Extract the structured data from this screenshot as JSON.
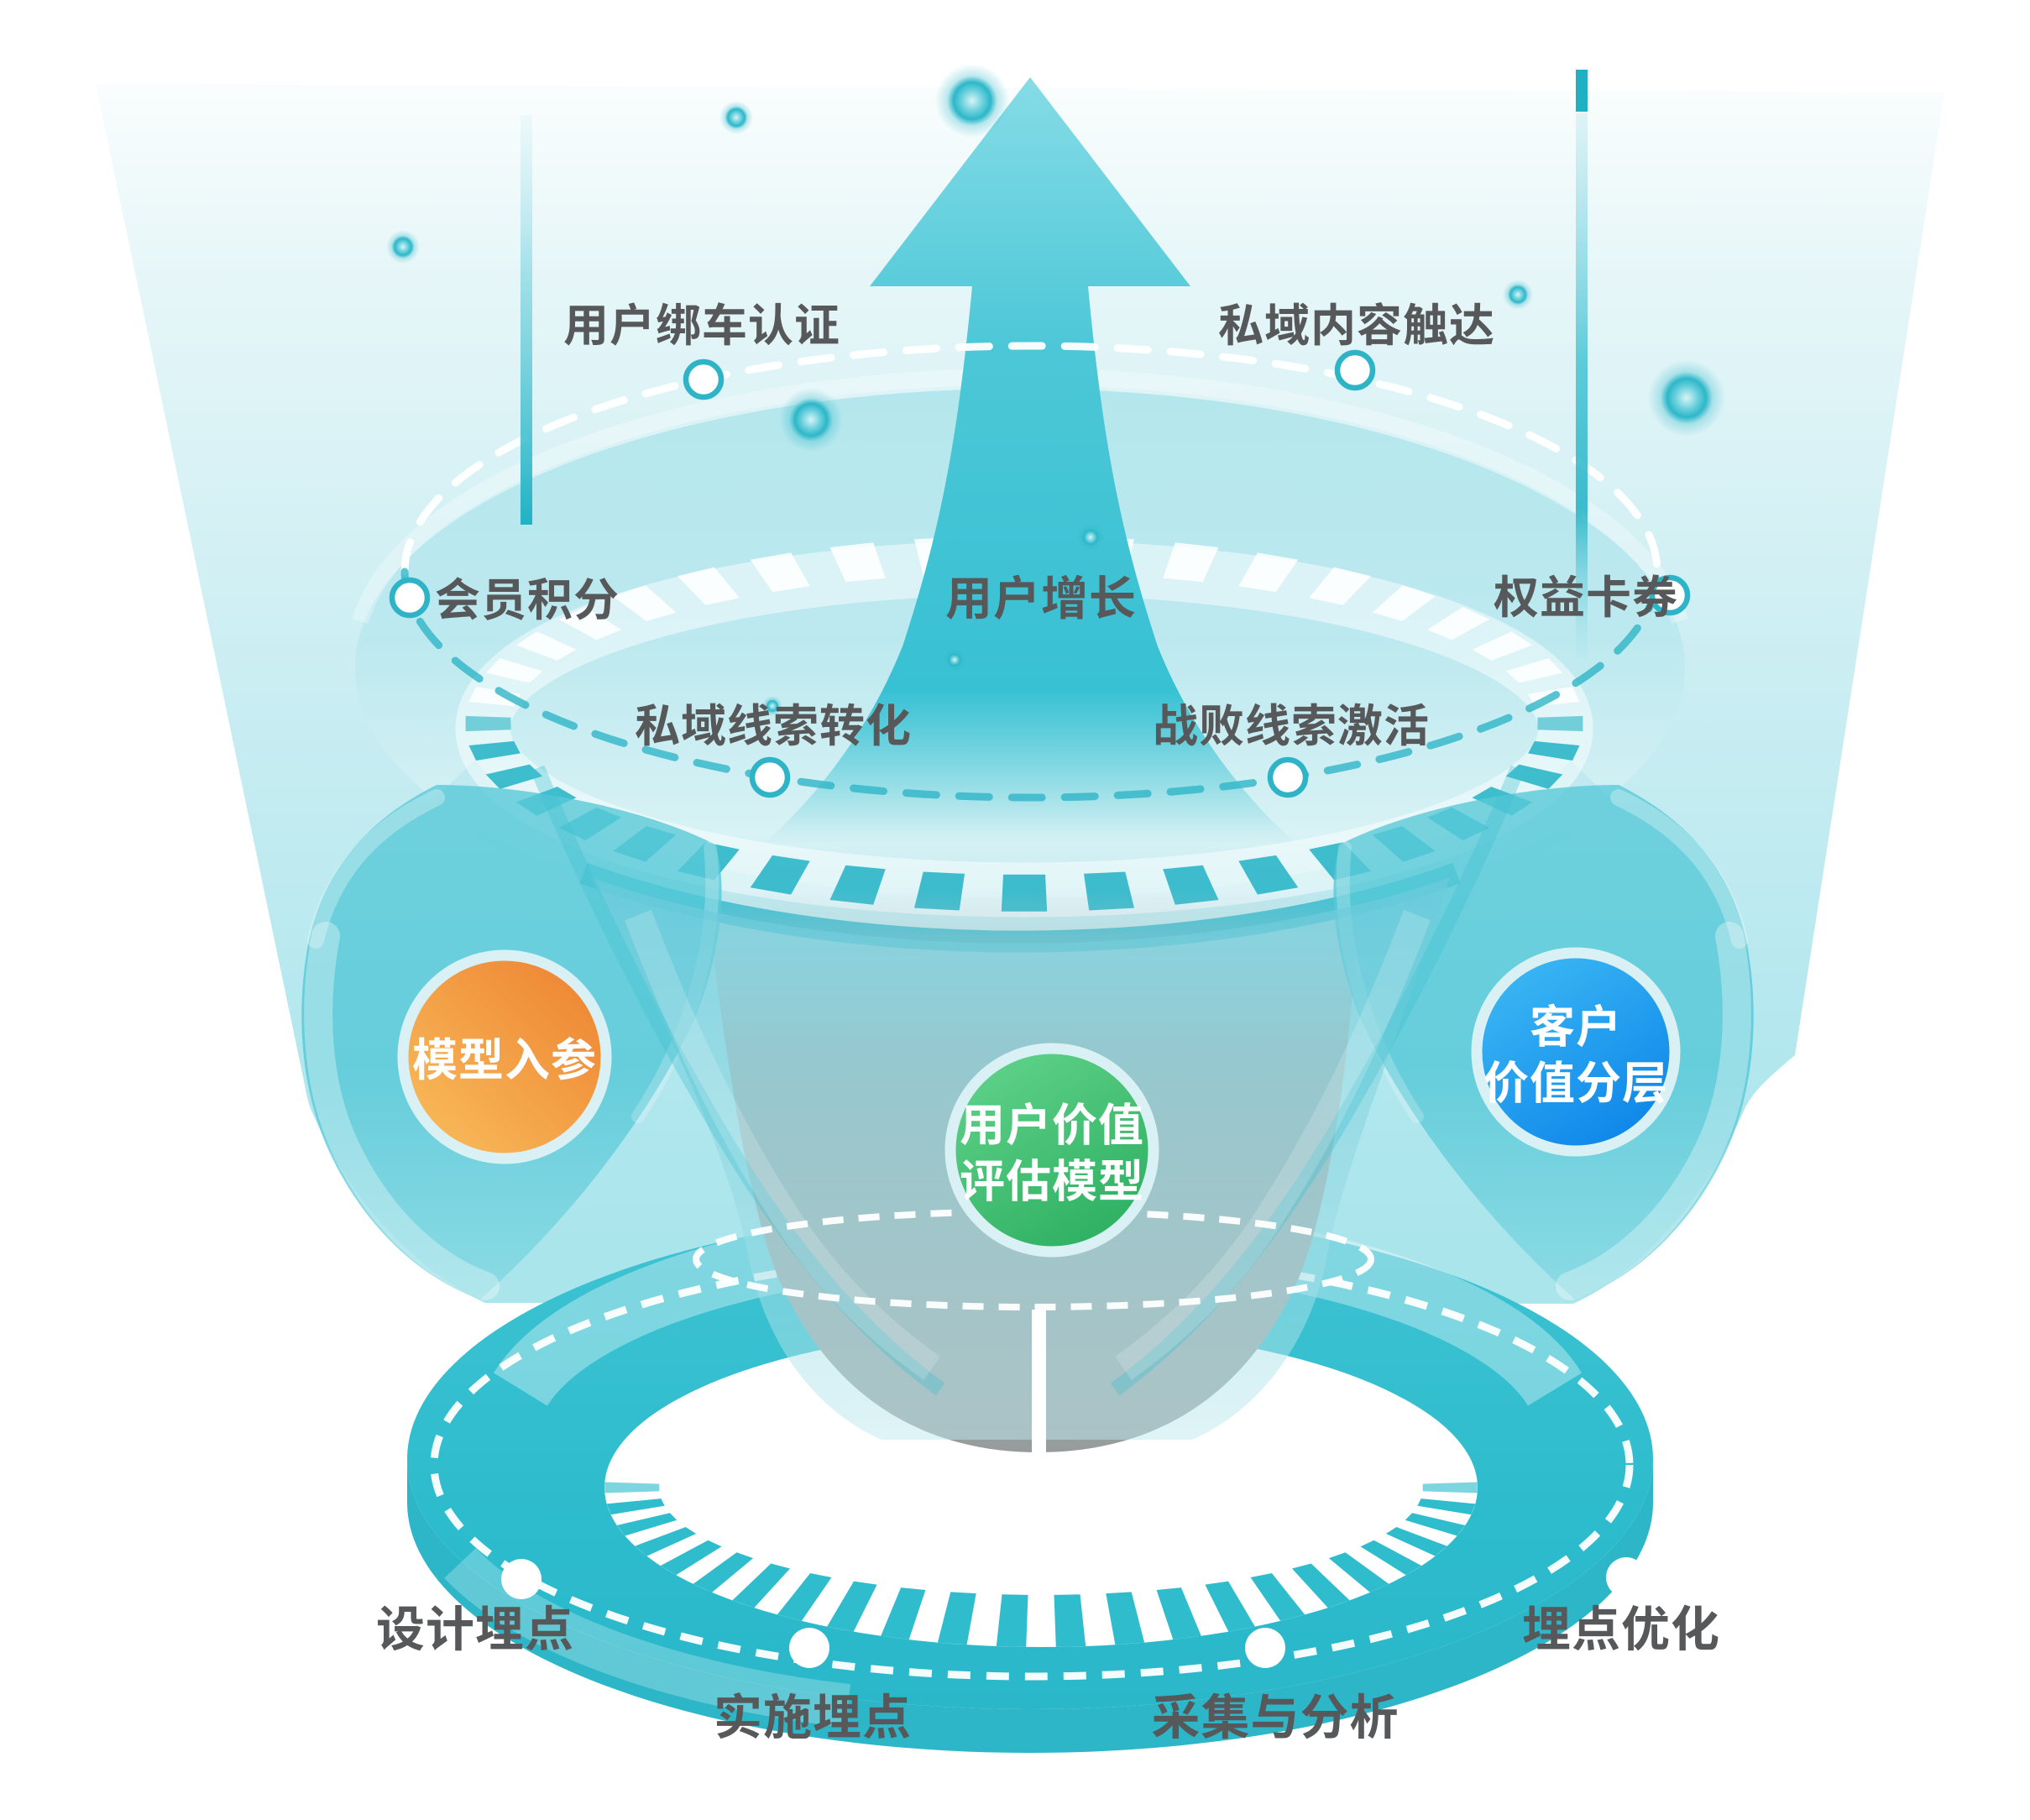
{
  "palette": {
    "teal": "#2fbfd2",
    "teal_deep": "#1fb0c4",
    "background_top": "#ffffff",
    "background_glow": "#b9e8ee",
    "orange_node": "#f2953d",
    "green_node": "#3eb968",
    "blue_node": "#1490ec",
    "label_color": "#57585a"
  },
  "growth_stage": {
    "arrow_label": "用户增长",
    "touchpoints": [
      "用户绑车认证",
      "私域内容触达",
      "会员积分",
      "权益卡券",
      "私域线索转化",
      "战败线索激活"
    ]
  },
  "model_stage": {
    "nodes": [
      {
        "label": "模型入参"
      },
      {
        "label": "用户价值\n评估模型"
      },
      {
        "label": "客户\n价值分层"
      }
    ]
  },
  "tracking_stage": {
    "steps": [
      "设计埋点",
      "实施埋点",
      "采集与分析",
      "埋点优化"
    ]
  }
}
